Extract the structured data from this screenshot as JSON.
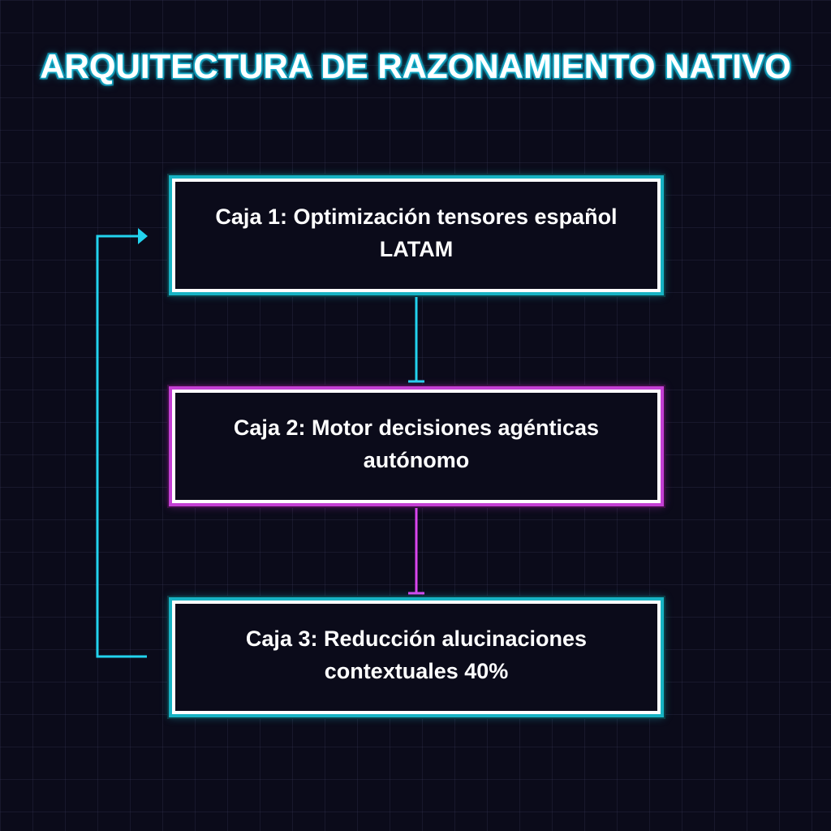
{
  "diagram": {
    "title": "ARQUITECTURA DE RAZONAMIENTO NATIVO",
    "boxes": [
      {
        "label": "Caja 1: Optimización tensores español LATAM",
        "accent": "#22d3ee"
      },
      {
        "label": "Caja 2: Motor decisiones agénticas autónomo",
        "accent": "#d946ef"
      },
      {
        "label": "Caja 3: Reducción alucinaciones contextuales 40%",
        "accent": "#22d3ee"
      }
    ],
    "connectors": [
      {
        "from": "box1",
        "to": "box2",
        "color": "#22d3ee"
      },
      {
        "from": "box2",
        "to": "box3",
        "color": "#d946ef"
      },
      {
        "from": "box3",
        "to": "box1",
        "color": "#22d3ee",
        "kind": "feedback-loop"
      }
    ]
  }
}
